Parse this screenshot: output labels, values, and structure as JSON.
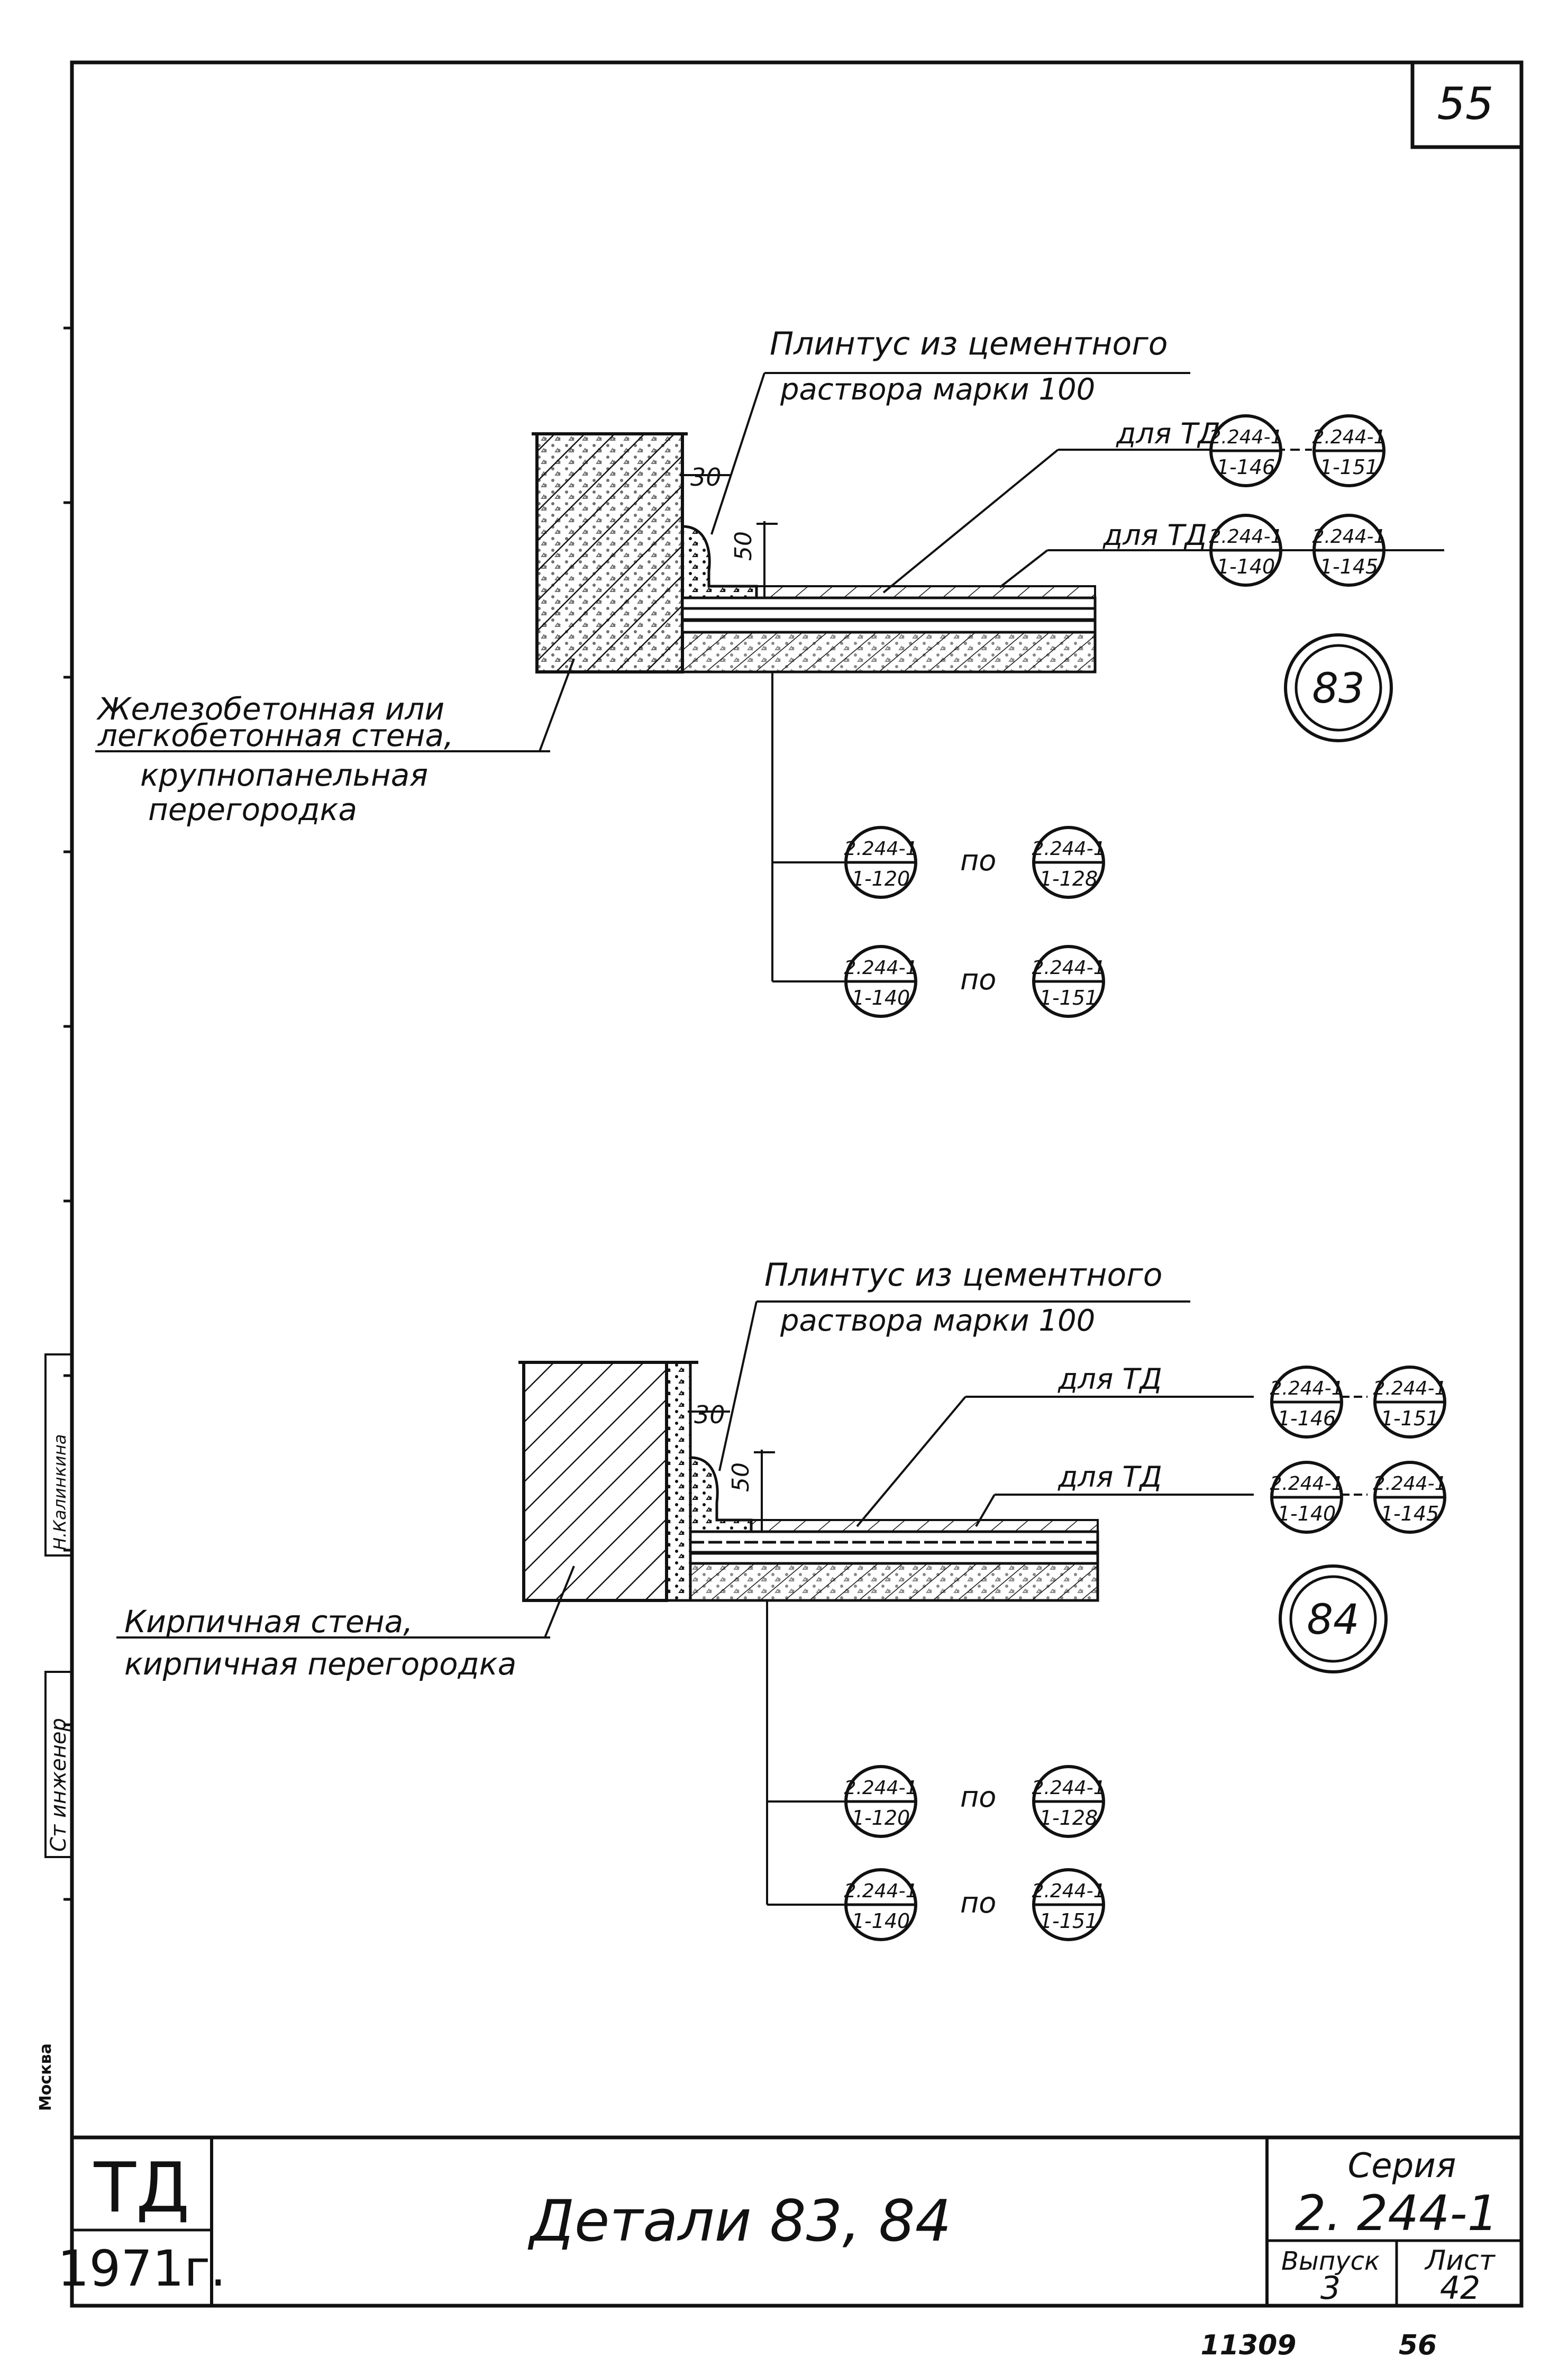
{
  "sheet_corner_number": "55",
  "detail_83": {
    "label_skirting_line1": "Плинтус из цементного",
    "label_skirting_line2": "раствора марки 100",
    "dim_30": "30",
    "dim_50": "50",
    "wall_label_line1": "Железобетонная или",
    "wall_label_line2": "легкобетонная стена,",
    "wall_label_line3": "крупнопанельная",
    "wall_label_line4": "перегородка",
    "for_td_1": "для ТД",
    "for_td_2": "для ТД",
    "refs_row1": [
      {
        "top": "2.244-1",
        "bottom": "1-146"
      },
      {
        "top": "2.244-1",
        "bottom": "1-151"
      }
    ],
    "refs_row2": [
      {
        "top": "2.244-1",
        "bottom": "1-140"
      },
      {
        "top": "2.244-1",
        "bottom": "1-145"
      }
    ],
    "detail_number": "83",
    "range_refs_1": [
      {
        "top": "2.244-1",
        "bottom": "1-120"
      },
      {
        "top": "2.244-1",
        "bottom": "1-128"
      }
    ],
    "range_refs_2": [
      {
        "top": "2.244-1",
        "bottom": "1-140"
      },
      {
        "top": "2.244-1",
        "bottom": "1-151"
      }
    ],
    "po_1": "по",
    "po_2": "по"
  },
  "detail_84": {
    "label_skirting_line1": "Плинтус из цементного",
    "label_skirting_line2": "раствора марки 100",
    "dim_30": "30",
    "dim_50": "50",
    "wall_label_line1": "Кирпичная стена,",
    "wall_label_line2": "кирпичная перегородка",
    "for_td_1": "для ТД",
    "for_td_2": "для ТД",
    "refs_row1": [
      {
        "top": "2.244-1",
        "bottom": "1-146"
      },
      {
        "top": "2.244-1",
        "bottom": "1-151"
      }
    ],
    "refs_row2": [
      {
        "top": "2.244-1",
        "bottom": "1-140"
      },
      {
        "top": "2.244-1",
        "bottom": "1-145"
      }
    ],
    "detail_number": "84",
    "range_refs_1": [
      {
        "top": "2.244-1",
        "bottom": "1-120"
      },
      {
        "top": "2.244-1",
        "bottom": "1-128"
      }
    ],
    "range_refs_2": [
      {
        "top": "2.244-1",
        "bottom": "1-140"
      },
      {
        "top": "2.244-1",
        "bottom": "1-151"
      }
    ],
    "po_1": "по",
    "po_2": "по"
  },
  "left_margin": {
    "stamp_text": "Ст инженер",
    "signature_text": "Н.Калинкина",
    "city_text": "Москва"
  },
  "title_block": {
    "org": "ТД",
    "year": "1971г.",
    "title": "Детали 83, 84",
    "series_label": "Серия",
    "series_value": "2. 244-1",
    "issue_label": "Выпуск",
    "issue_value": "3",
    "sheet_label": "Лист",
    "sheet_value": "42"
  },
  "footer": {
    "order_number": "11309",
    "page_number": "56"
  }
}
